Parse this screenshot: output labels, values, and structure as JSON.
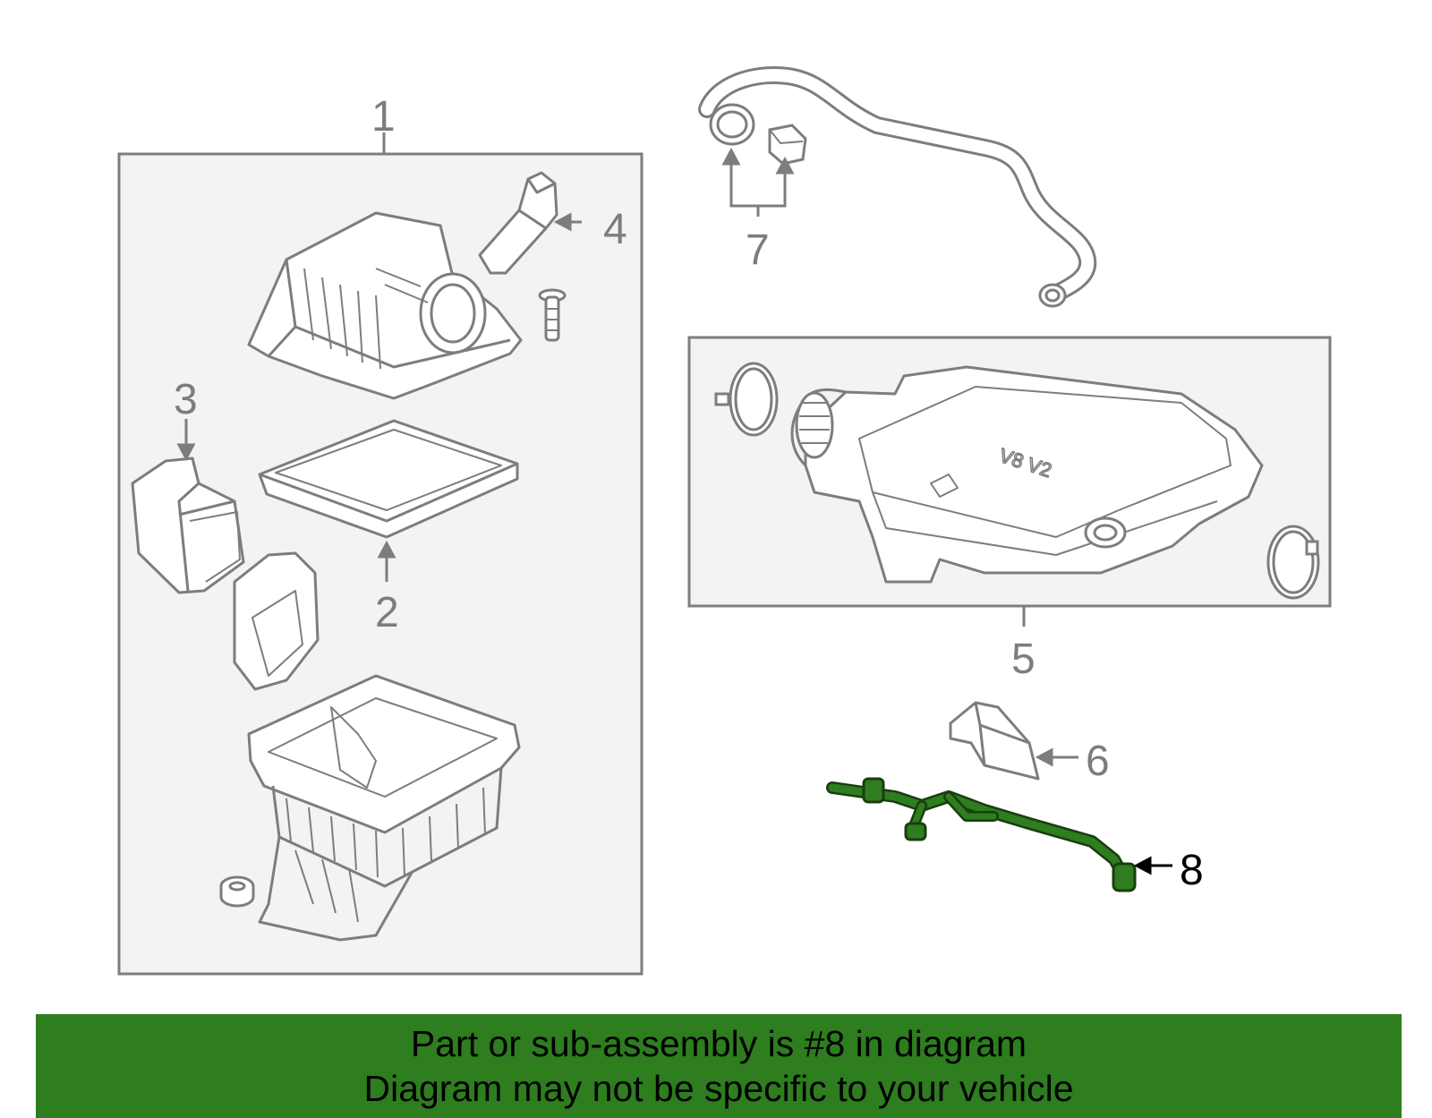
{
  "diagram": {
    "callouts": {
      "c1": "1",
      "c2": "2",
      "c3": "3",
      "c4": "4",
      "c5": "5",
      "c6": "6",
      "c7": "7",
      "c8": "8"
    },
    "highlight_part": "8",
    "colors": {
      "line": "#7d7d7d",
      "box_fill": "#f3f3f3",
      "highlight": "#2e7d1f",
      "banner_bg": "#2e7d1f"
    }
  },
  "banner": {
    "line1": "Part or sub-assembly is #8 in diagram",
    "line2": "Diagram may not be specific to your vehicle"
  }
}
